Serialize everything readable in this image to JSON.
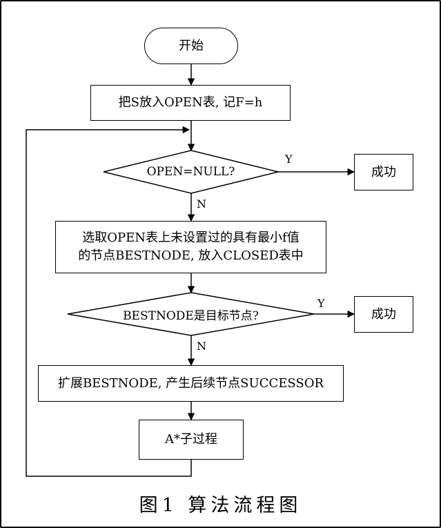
{
  "diagram": {
    "start": "开始",
    "step_put_s": "把S放入OPEN表, 记F=h",
    "decision_open_null": "OPEN=NULL?",
    "success_1": "成功",
    "step_select_line1": "选取OPEN表上未设置过的具有最小f值",
    "step_select_line2": "的节点BESTNODE, 放入CLOSED表中",
    "decision_bestnode_goal": "BESTNODE是目标节点?",
    "success_2": "成功",
    "step_expand": "扩展BESTNODE, 产生后续节点SUCCESSOR",
    "subprocess": "A*子过程",
    "label_y": "Y",
    "label_n": "N"
  },
  "caption": "图1   算法流程图"
}
